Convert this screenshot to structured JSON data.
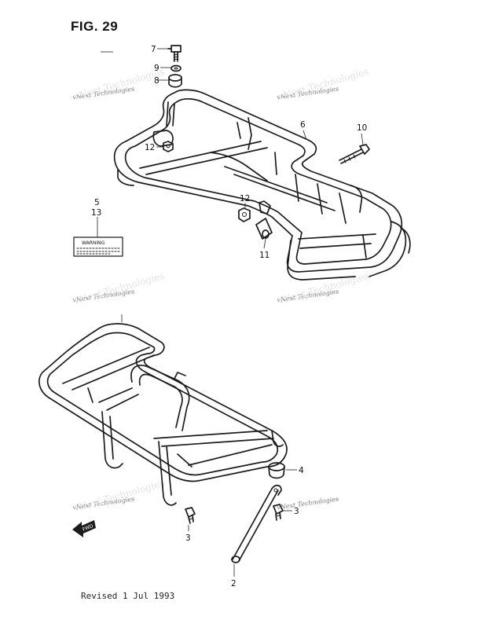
{
  "figure": {
    "title": "FIG. 29",
    "footer": "Revised 1 Jul 1993",
    "watermark": "vNext Technologies",
    "warning_label": "WARNING",
    "fwd_arrow": "FWD"
  },
  "callouts": [
    {
      "id": "p7",
      "label": "7"
    },
    {
      "id": "p9",
      "label": "9"
    },
    {
      "id": "p8",
      "label": "8"
    },
    {
      "id": "p6",
      "label": "6"
    },
    {
      "id": "p10",
      "label": "10"
    },
    {
      "id": "p12a",
      "label": "12"
    },
    {
      "id": "p12b",
      "label": "12"
    },
    {
      "id": "p11",
      "label": "11"
    },
    {
      "id": "p5",
      "label": "5"
    },
    {
      "id": "p13",
      "label": "13"
    },
    {
      "id": "p4",
      "label": "4"
    },
    {
      "id": "p3a",
      "label": "3"
    },
    {
      "id": "p3b",
      "label": "3"
    },
    {
      "id": "p2",
      "label": "2"
    }
  ]
}
